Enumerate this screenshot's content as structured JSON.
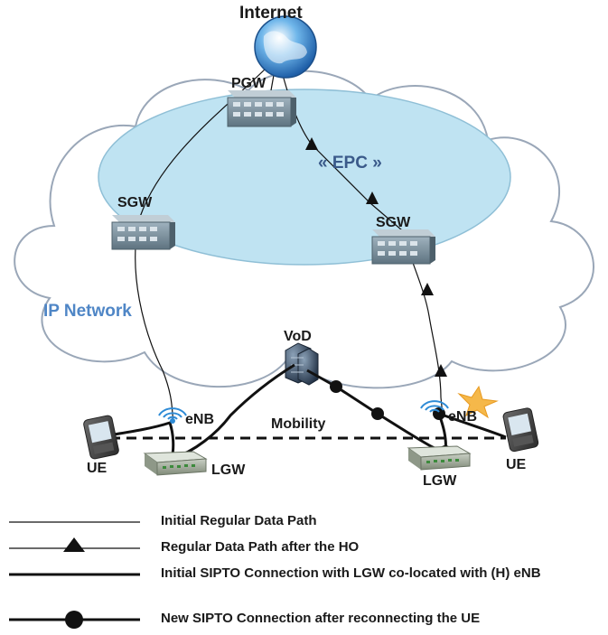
{
  "diagram": {
    "nodes": {
      "internet": "Internet",
      "pgw": "PGW",
      "epc": "« EPC »",
      "sgw_left": "SGW",
      "sgw_right": "SGW",
      "ip_network": "IP Network",
      "vod": "VoD",
      "enb_left": "eNB",
      "enb_right": "eNB",
      "mobility": "Mobility",
      "ue_left": "UE",
      "ue_right": "UE",
      "lgw_left": "LGW",
      "lgw_right": "LGW"
    },
    "colors": {
      "epc_fill": "#bfe3f2",
      "ip_network_label": "#4f86c6",
      "epc_label": "#3a5a8a",
      "line": "#111111"
    },
    "legend": [
      {
        "style": "thin-line",
        "label": "Initial Regular Data Path"
      },
      {
        "style": "line-with-triangle",
        "label": "Regular Data Path after the HO"
      },
      {
        "style": "thick-line",
        "label": "Initial SIPTO Connection with LGW co-located with (H) eNB"
      },
      {
        "style": "thick-line-with-dot",
        "label": "New SIPTO Connection after reconnecting the UE"
      }
    ]
  }
}
